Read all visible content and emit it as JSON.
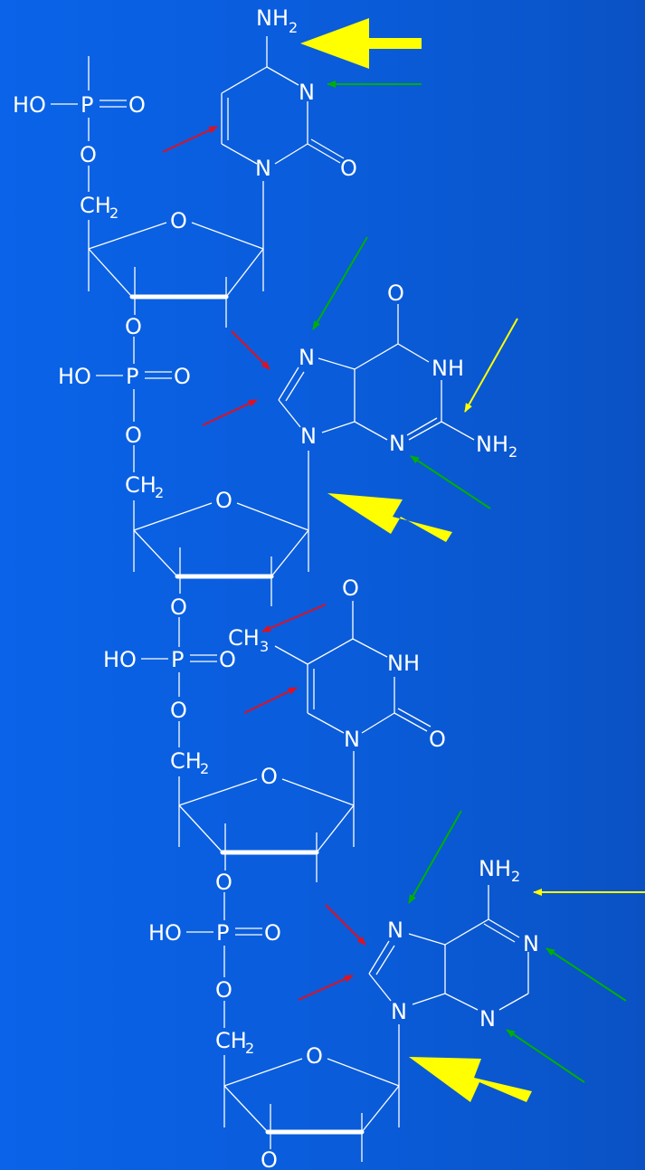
{
  "atoms": {
    "hydroxyl": "HO",
    "phosphorus": "P",
    "oxygen": "O",
    "nitrogen": "N",
    "imino": "NH",
    "amino": "NH",
    "methylene": "CH",
    "methyl": "CH",
    "sub2": "2",
    "sub3": "3"
  },
  "nucleotides": [
    "cytosine",
    "guanine",
    "thymine",
    "adenine"
  ],
  "colors": {
    "background": "#0a5fe0",
    "bond": "#ffffff",
    "arrow_yellow": "#ffff00",
    "arrow_green": "#00b000",
    "arrow_red": "#e01020"
  }
}
